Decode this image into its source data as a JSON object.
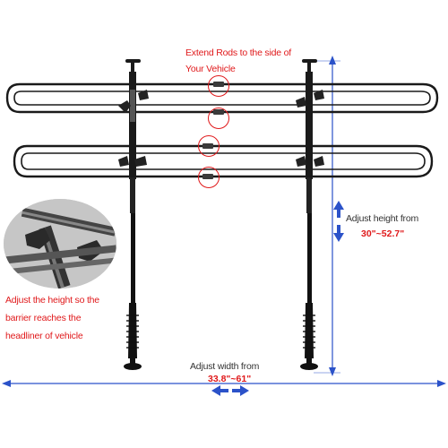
{
  "annotations": {
    "extend_line1": "Extend Rods to the side of",
    "extend_line2": "Your Vehicle",
    "adjust_height_label": "Adjust height from",
    "adjust_height_range": "30\"~52.7\"",
    "adjust_headliner_line1": "Adjust the height so the",
    "adjust_headliner_line2": "barrier reaches the",
    "adjust_headliner_line3": "headliner of vehicle",
    "adjust_width_label": "Adjust width from",
    "adjust_width_range": "33.8\"~61\""
  },
  "colors": {
    "accent_red": "#e0191b",
    "measure_blue": "#2b52c9",
    "metal": "#1a1a1a",
    "background": "#ffffff"
  },
  "icons": [
    "height-arrow-icon",
    "width-arrow-icon",
    "extend-callout-icon"
  ]
}
